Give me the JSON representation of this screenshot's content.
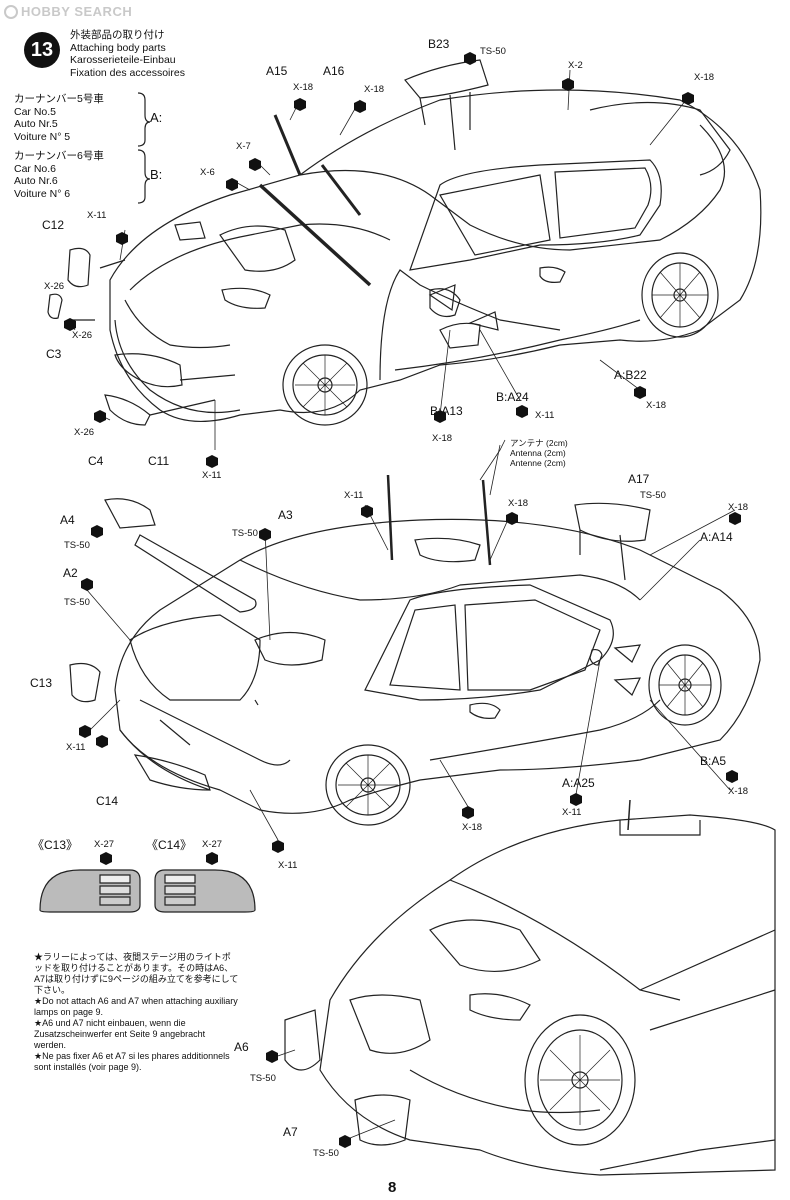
{
  "watermark": "HOBBY SEARCH",
  "step": {
    "number": "13",
    "title_ja": "外装部品の取り付け",
    "title_en": "Attaching body parts",
    "title_de": "Karosserieteile-Einbau",
    "title_fr": "Fixation des accessoires"
  },
  "variants": [
    {
      "ja": "カーナンバー5号車",
      "en": "Car No.5",
      "de": "Auto Nr.5",
      "fr": "Voiture N° 5",
      "key": "A:"
    },
    {
      "ja": "カーナンバー6号車",
      "en": "Car No.6",
      "de": "Auto Nr.6",
      "fr": "Voiture N° 6",
      "key": "B:"
    }
  ],
  "top_labels": {
    "B23": "B23",
    "TS50_a": "TS-50",
    "X2": "X-2",
    "X18_a": "X-18",
    "A15": "A15",
    "A16": "A16",
    "X18_b": "X-18",
    "X18_c": "X-18",
    "X7": "X-7",
    "X6": "X-6",
    "X11_a": "X-11",
    "C12": "C12",
    "X26_a": "X-26",
    "C3": "C3",
    "X26_b": "X-26",
    "C4": "C4",
    "C11": "C11",
    "X11_b": "X-11",
    "AB22": "A:B22",
    "X18_d": "X-18",
    "BA13": "B:A13",
    "X18_e": "X-18",
    "BA24": "B:A24",
    "X11_c": "X-11"
  },
  "antenna": {
    "ja": "アンテナ (2cm)",
    "de": "Antenna (2cm)",
    "fr": "Antenne (2cm)"
  },
  "middle_labels": {
    "X11_d": "X-11",
    "X18_f": "X-18",
    "A17": "A17",
    "TS50_b": "TS-50",
    "X18_g": "X-18",
    "AA14": "A:A14",
    "A4": "A4",
    "TS50_c": "TS-50",
    "A3": "A3",
    "TS50_d": "TS-50",
    "A2": "A2",
    "TS50_e": "TS-50",
    "C13": "C13",
    "X11_e": "X-11",
    "C14": "C14",
    "X11_f": "X-11",
    "BA5": "B:A5",
    "X18_h": "X-18",
    "AA25": "A:A25",
    "X11_g": "X-11",
    "X18_i": "X-18"
  },
  "detail_labels": {
    "C13": "《C13》",
    "C14": "《C14》",
    "X27_a": "X-27",
    "X27_b": "X-27"
  },
  "note": {
    "ja": "★ラリーによっては、夜間ステージ用のライトポッドを取り付けることがあります。その時はA6、A7は取り付けずに9ページの組み立てを参考にして下さい。",
    "en": "★Do not attach A6 and A7 when attaching auxiliary lamps on page 9.",
    "de": "★A6 und A7 nicht einbauen, wenn die Zusatzscheinwerfer ent Seite 9 angebracht werden.",
    "fr": "★Ne pas fixer A6 et A7 si les phares additionnels sont installés (voir page 9)."
  },
  "bottom_labels": {
    "A6": "A6",
    "TS50_f": "TS-50",
    "A7": "A7",
    "TS50_g": "TS-50"
  },
  "page_number": "8"
}
